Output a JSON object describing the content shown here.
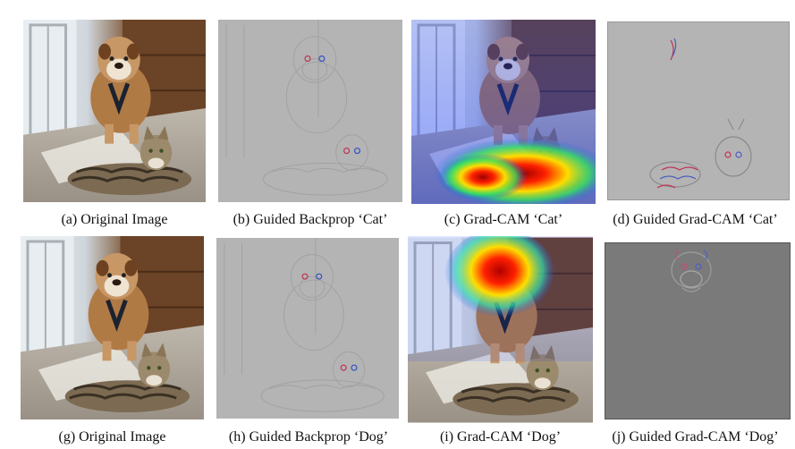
{
  "captions": {
    "a": "(a) Original Image",
    "b": "(b) Guided Backprop ‘Cat’",
    "c": "(c) Grad-CAM ‘Cat’",
    "d": "(d) Guided Grad-CAM ‘Cat’",
    "g": "(g) Original Image",
    "h": "(h) Guided Backprop ‘Dog’",
    "i": "(i) Grad-CAM ‘Dog’",
    "j": "(j) Guided Grad-CAM ‘Dog’"
  },
  "colors": {
    "heat_hot": "#d00000",
    "heat_warm": "#ffdd00",
    "heat_mid": "#30e060",
    "heat_cool": "#2050ff",
    "gradient_gray": "#b4b4b4",
    "dark_gray": "#7a7a7a"
  }
}
